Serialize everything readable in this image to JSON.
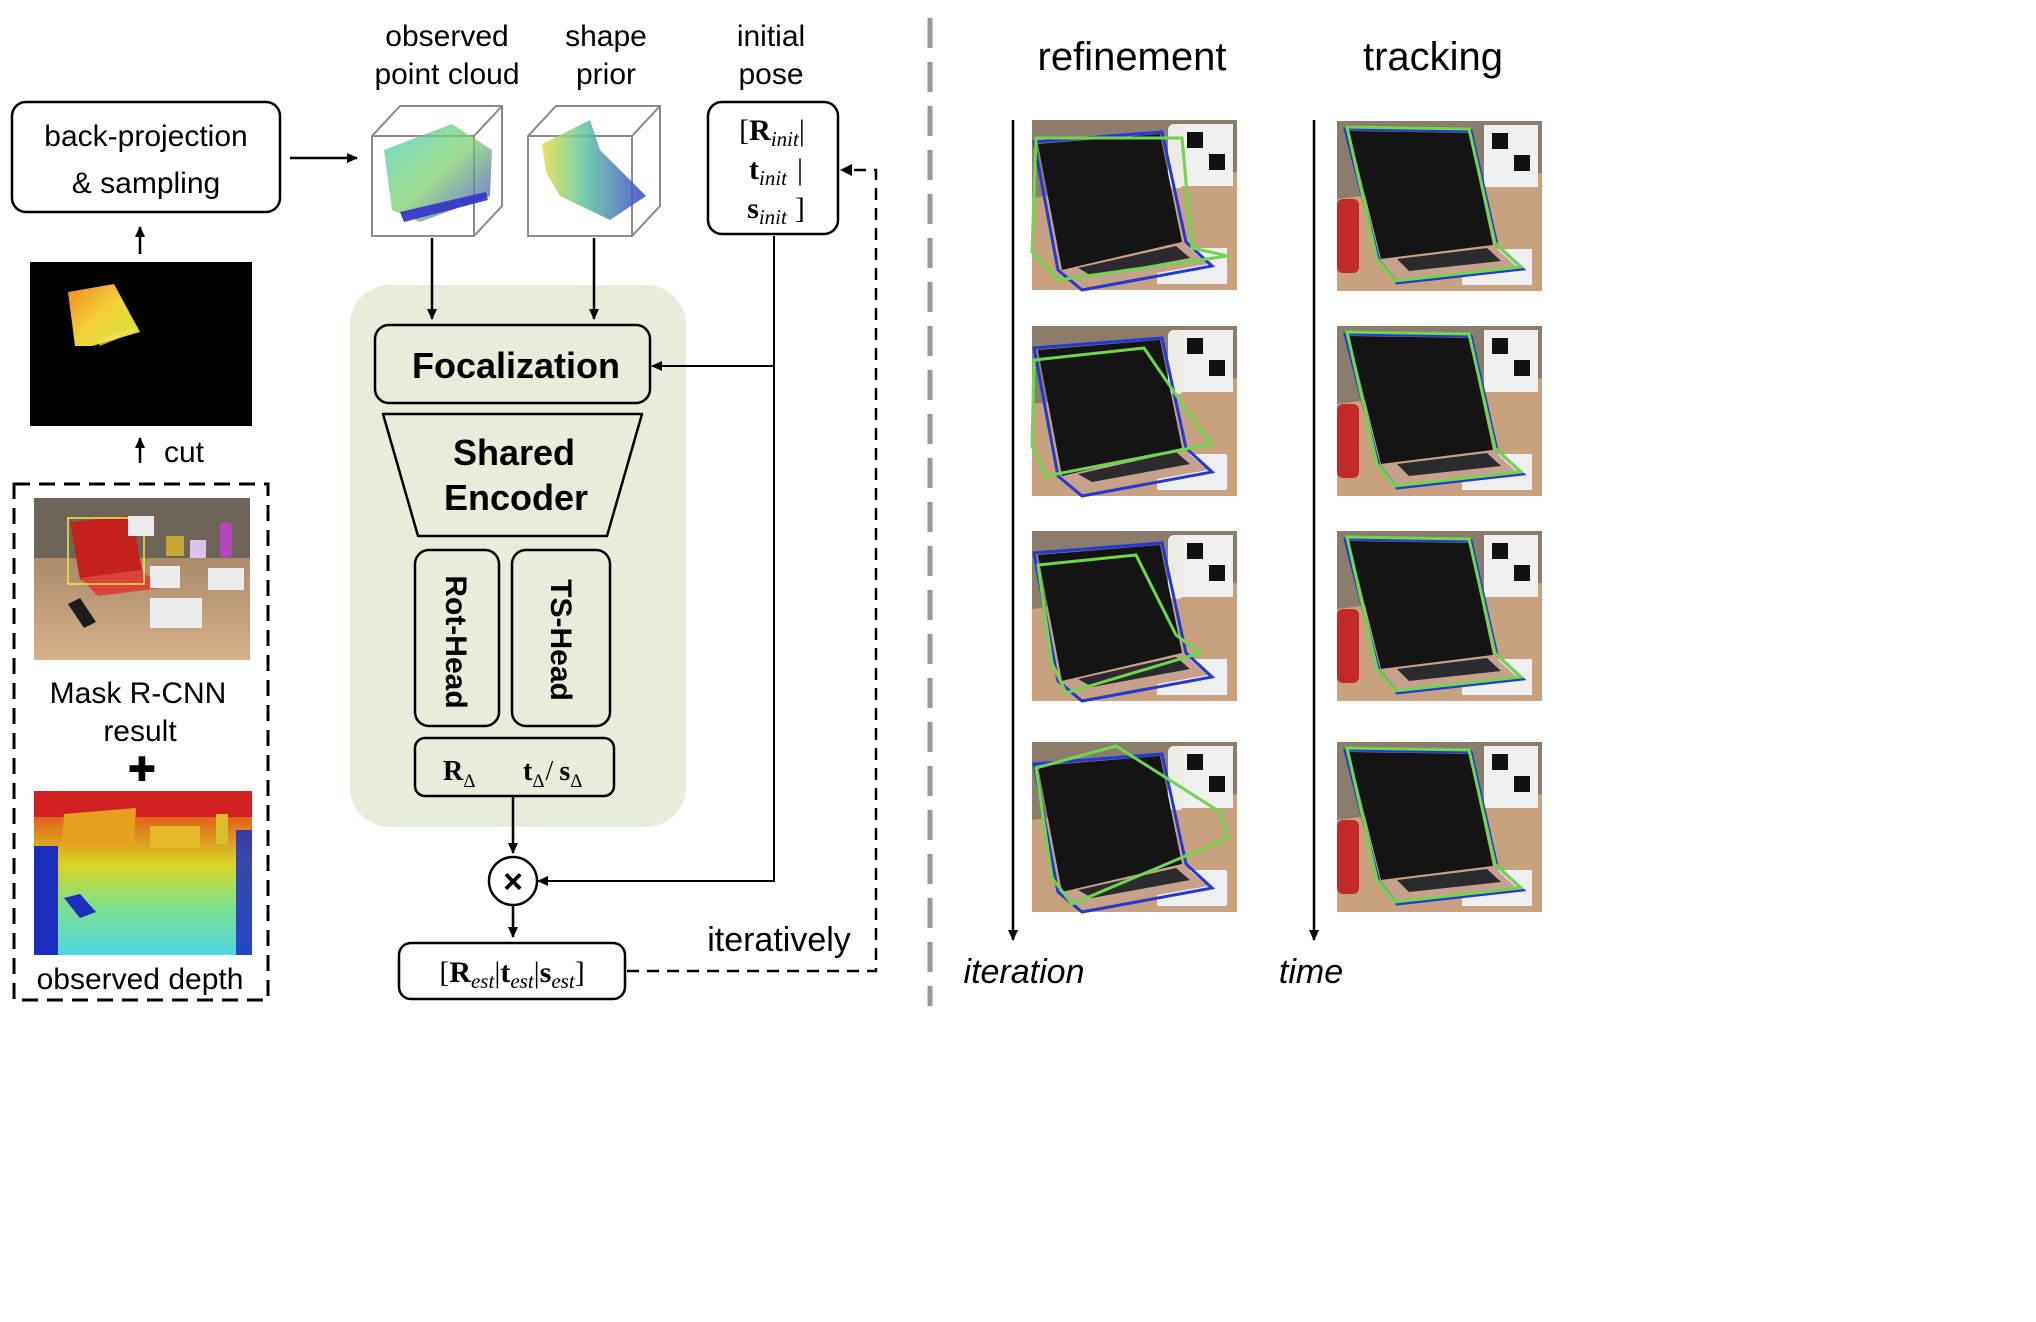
{
  "left_column": {
    "backproj_line1": "back-projection",
    "backproj_line2": "& sampling",
    "cut_label": "cut",
    "mask_rcnn_line1": "Mask R-CNN",
    "mask_rcnn_line2": "result",
    "plus_symbol": "✚",
    "observed_depth": "observed depth"
  },
  "inputs": {
    "observed_line1": "observed",
    "observed_line2": "point cloud",
    "shape_line1": "shape",
    "shape_line2": "prior",
    "initial_line1": "initial",
    "initial_line2": "pose",
    "init_pose": [
      {
        "prefix": "[",
        "sym": "R",
        "sub": "init",
        "suffix": "|"
      },
      {
        "prefix": "",
        "sym": "t",
        "sub": "init",
        "suffix": "|"
      },
      {
        "prefix": "",
        "sym": "s",
        "sub": "init",
        "suffix": "]"
      }
    ]
  },
  "network": {
    "focalization": "Focalization",
    "encoder_line1": "Shared",
    "encoder_line2": "Encoder",
    "rot_head": "Rot-Head",
    "ts_head": "TS-Head",
    "out_r": {
      "sym": "R",
      "sub": "Δ"
    },
    "out_t": {
      "sym": "t",
      "sub": "Δ"
    },
    "out_slash": "/",
    "out_s": {
      "sym": "s",
      "sub": "Δ"
    },
    "multiply_symbol": "×",
    "estimate": [
      {
        "sym": "R",
        "sub": "est"
      },
      {
        "sym": "t",
        "sub": "est"
      },
      {
        "sym": "s",
        "sub": "est"
      }
    ],
    "estimate_open": "[",
    "estimate_sep": "|",
    "estimate_close": "]",
    "iteratively": "iteratively"
  },
  "right_panel": {
    "refinement_title": "refinement",
    "tracking_title": "tracking",
    "iteration_axis": "iteration",
    "time_axis": "time"
  },
  "colors": {
    "encoder_bg": "#e6eedb",
    "separator": "#9a9a9a",
    "bbox_green": "#6cd84a",
    "bbox_blue": "#2238d8",
    "laptop_screen": "#141414",
    "laptop_base": "#c6a28c",
    "keyboard": "#2b2b2e",
    "desk": "#c8a27e",
    "wall": "#8c7c6c"
  }
}
